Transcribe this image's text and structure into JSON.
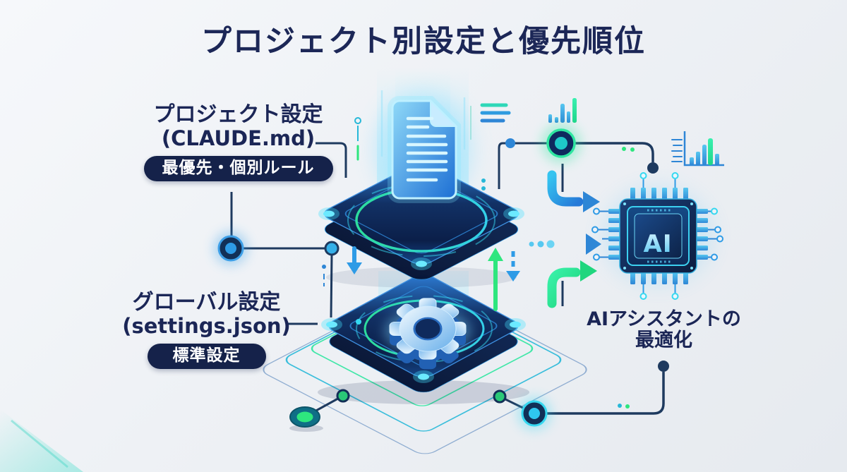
{
  "title": "プロジェクト別設定と優先順位",
  "left_top": {
    "line1": "プロジェクト設定",
    "line2": "(CLAUDE.md)",
    "badge": "最優先・個別ルール"
  },
  "left_bottom": {
    "line1": "グローバル設定",
    "line2": "(settings.json)",
    "badge": "標準設定"
  },
  "right": {
    "line1": "AIアシスタントの",
    "line2": "最適化"
  },
  "chip": {
    "label": "AI"
  },
  "icons": {
    "center_top": "document-icon",
    "center_bottom": "gear-icon",
    "right": "ai-chip-icon",
    "decorations": [
      "bar-chart-icon",
      "list-lines-icon",
      "node-icon",
      "flow-arrow-icon",
      "up-arrow-icon",
      "down-arrow-icon"
    ]
  },
  "decorations": {
    "bar_chart_small_heights": [
      12,
      8,
      27,
      16,
      35
    ],
    "bar_chart_axis_heights": [
      11,
      19,
      29,
      37,
      15
    ]
  },
  "colors": {
    "background": "#eef0f4",
    "title_text": "#1c2757",
    "badge_bg": "#15224a",
    "badge_text": "#ffffff",
    "platform_dark": "#0d2450",
    "platform_edge": "#3e8fe0",
    "accent_cyan": "#35d8f0",
    "accent_green": "#2ee6a0",
    "arrow_blue": "#2e9be6",
    "arrow_green": "#2ee67e",
    "line_navy": "#1e3a5f"
  }
}
